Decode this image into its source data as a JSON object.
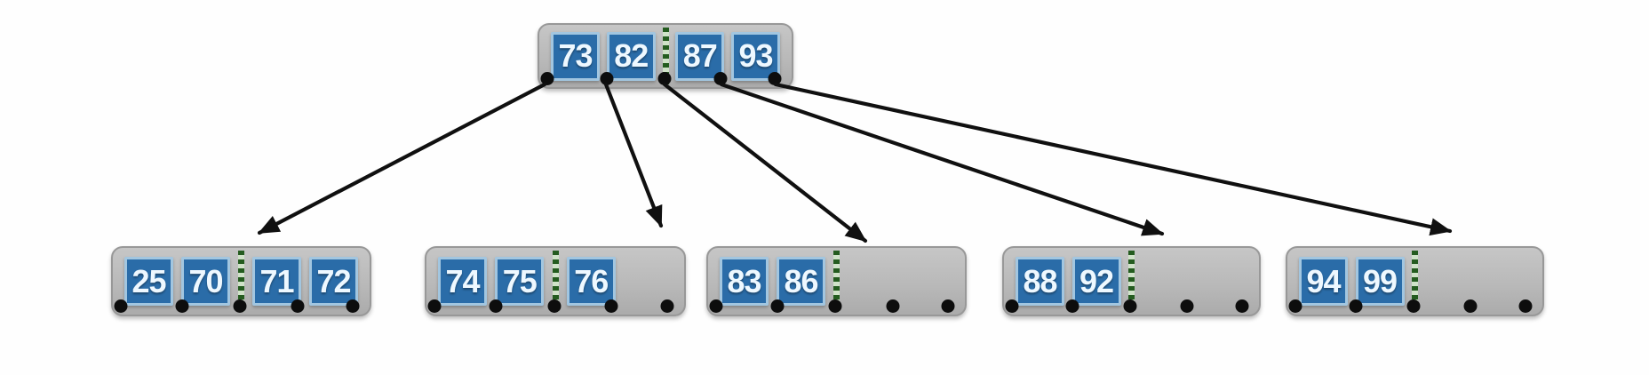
{
  "diagram": {
    "type": "b-tree",
    "node_capacity": 4,
    "divider_after_slot": 2,
    "pointers_per_node": 5,
    "root": {
      "keys": [
        "73",
        "82",
        "87",
        "93"
      ]
    },
    "children": [
      {
        "keys": [
          "25",
          "70",
          "71",
          "72"
        ]
      },
      {
        "keys": [
          "74",
          "75",
          "76"
        ]
      },
      {
        "keys": [
          "83",
          "86"
        ]
      },
      {
        "keys": [
          "88",
          "92"
        ]
      },
      {
        "keys": [
          "94",
          "99"
        ]
      }
    ],
    "colors": {
      "background": "#fefefe",
      "node_fill": "#b9b9b9",
      "node_border": "#989898",
      "key_fill": "#2a6ca8",
      "key_border": "#a2c6e0",
      "key_text": "#eef8ff",
      "divider_dot": "#245c1f",
      "divider_strip": "#cfe2c8",
      "pointer_dot": "#0d0d0d",
      "arrow": "#101010"
    }
  }
}
